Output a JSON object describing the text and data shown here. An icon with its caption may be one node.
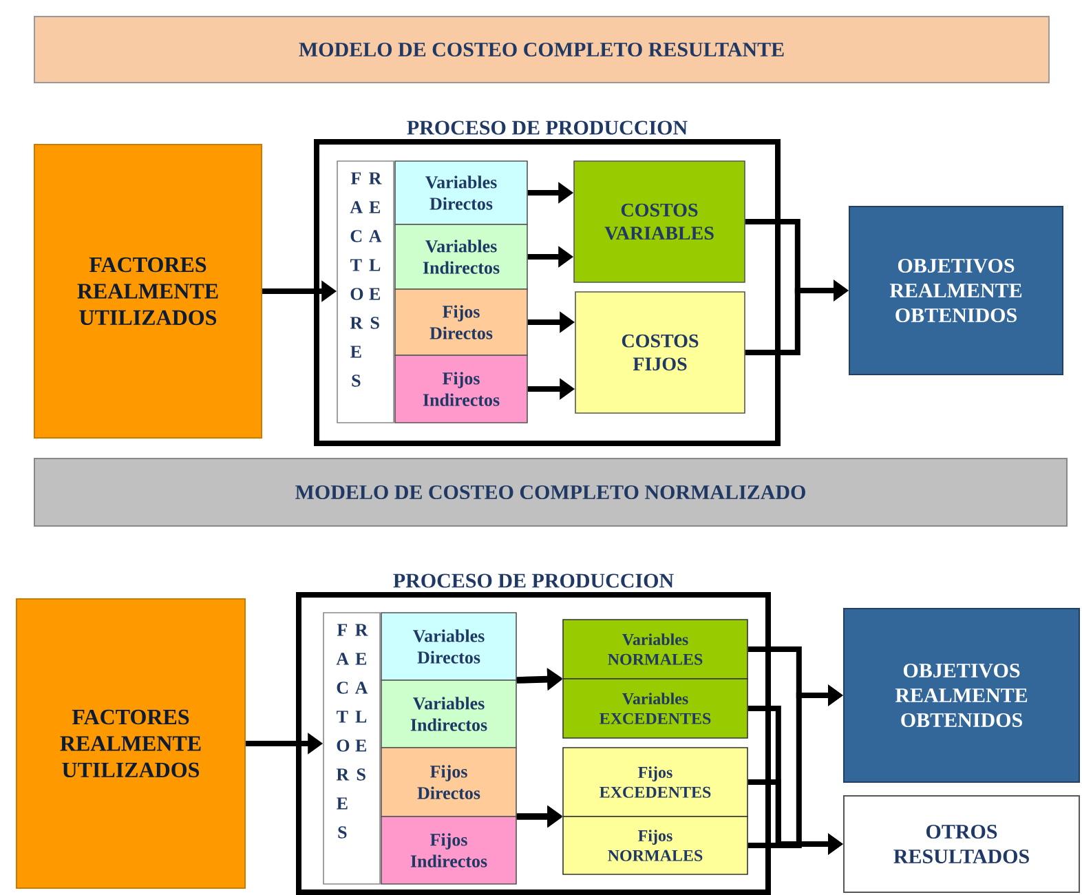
{
  "diagram": {
    "nodes": [
      {
        "text": [
          "MODELO DE COSTEO COMPLETO RESULTANTE"
        ]
      },
      {
        "text": [
          "FACTORES REALMENTE UTILIZADOS"
        ]
      },
      {
        "text": [
          "PROCESO DE PRODUCCION"
        ]
      },
      {
        "text": [
          "F A C T O R E S",
          "R E A L E S"
        ],
        "in": 2
      },
      {
        "text": [
          "Variables Directos"
        ],
        "in": 2
      },
      {
        "text": [
          "Variables Indirectos"
        ],
        "in": 2
      },
      {
        "text": [
          "Fijos Directos"
        ],
        "in": 2
      },
      {
        "text": [
          "Fijos Indirectos"
        ],
        "in": 2
      },
      {
        "text": [
          "COSTOS VARIABLES"
        ],
        "in": 2
      },
      {
        "text": [
          "COSTOS FIJOS"
        ],
        "in": 2
      },
      {
        "text": [
          "OBJETIVOS REALMENTE OBTENIDOS"
        ]
      },
      {
        "text": [
          "MODELO DE COSTEO COMPLETO NORMALIZADO"
        ]
      },
      {
        "text": [
          "FACTORES REALMENTE UTILIZADOS"
        ]
      },
      {
        "text": [
          "PROCESO DE PRODUCCION"
        ]
      },
      {
        "text": [
          "F A C T O R E S",
          "R E A L E S"
        ],
        "in": 13
      },
      {
        "text": [
          "Variables Directos"
        ],
        "in": 13
      },
      {
        "text": [
          "Variables Indirectos"
        ],
        "in": 13
      },
      {
        "text": [
          "Fijos Directos"
        ],
        "in": 13
      },
      {
        "text": [
          "Fijos Indirectos"
        ],
        "in": 13
      },
      {
        "text": [
          "Variables NORMALES"
        ],
        "in": 13
      },
      {
        "text": [
          "Variables EXCEDENTES"
        ],
        "in": 13
      },
      {
        "text": [
          "Fijos EXCEDENTES"
        ],
        "in": 13
      },
      {
        "text": [
          "Fijos NORMALES"
        ],
        "in": 13
      },
      {
        "text": [
          "OBJETIVOS REALMENTE OBTENIDOS"
        ]
      },
      {
        "text": [
          "OTROS RESULTADOS"
        ]
      }
    ],
    "edges": [
      {
        "from": 1,
        "to": 3,
        "arrow": "to"
      },
      {
        "from": 4,
        "to": 8,
        "arrow": "to"
      },
      {
        "from": 5,
        "to": 8,
        "arrow": "to"
      },
      {
        "from": 6,
        "to": 9,
        "arrow": "to"
      },
      {
        "from": 7,
        "to": 9,
        "arrow": "to"
      },
      {
        "from": 8,
        "to": 10,
        "arrow": "to"
      },
      {
        "from": 9,
        "to": 10,
        "arrow": "to"
      },
      {
        "from": 12,
        "to": 14,
        "arrow": "to"
      },
      {
        "from": 15,
        "to": 19,
        "arrow": "to"
      },
      {
        "from": 16,
        "to": 20,
        "arrow": "to"
      },
      {
        "from": 17,
        "to": 21,
        "arrow": "to"
      },
      {
        "from": 18,
        "to": 22,
        "arrow": "to"
      },
      {
        "from": 19,
        "to": 23,
        "arrow": "to"
      },
      {
        "from": 22,
        "to": 23,
        "arrow": "to"
      },
      {
        "from": 20,
        "to": 24,
        "arrow": "to"
      },
      {
        "from": 21,
        "to": 24,
        "arrow": "to"
      }
    ]
  }
}
